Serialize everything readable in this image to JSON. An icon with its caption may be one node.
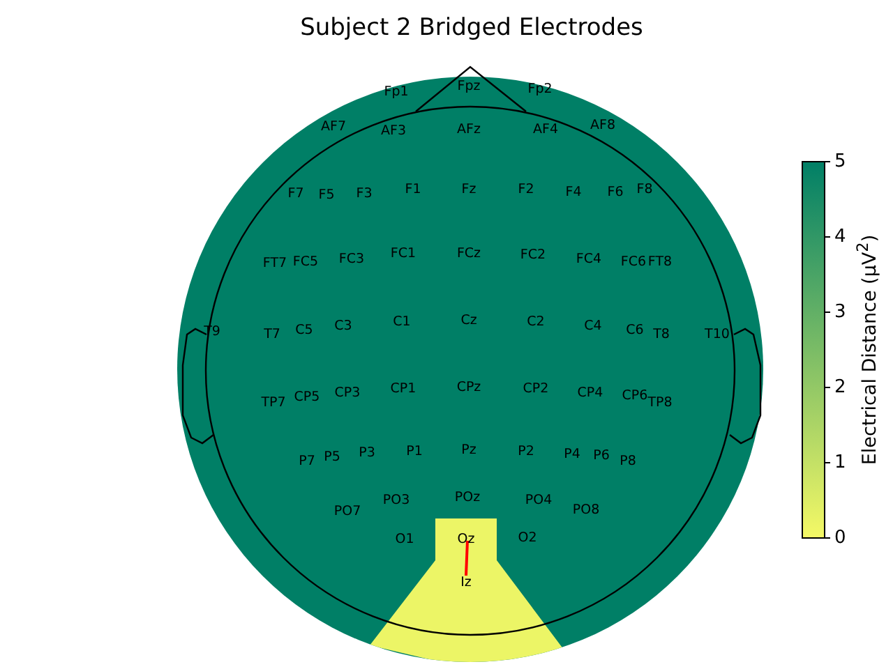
{
  "diagram": {
    "title": "Subject 2 Bridged Electrodes",
    "nodes": [
      {
        "text": [
          "Oz"
        ]
      },
      {
        "text": [
          "Iz"
        ]
      }
    ],
    "edges": [
      {
        "from": 0,
        "to": 1,
        "arrow": "none",
        "color": "#ff0000"
      }
    ],
    "labels": [
      "Fp1",
      "Fpz",
      "Fp2",
      "AF7",
      "AF3",
      "AFz",
      "AF4",
      "AF8",
      "F7",
      "F5",
      "F3",
      "F1",
      "Fz",
      "F2",
      "F4",
      "F6",
      "F8",
      "FT7",
      "FC5",
      "FC3",
      "FC1",
      "FCz",
      "FC2",
      "FC4",
      "FC6",
      "FT8",
      "T9",
      "T7",
      "C5",
      "C3",
      "C1",
      "Cz",
      "C2",
      "C4",
      "C6",
      "T8",
      "T10",
      "TP7",
      "CP5",
      "CP3",
      "CP1",
      "CPz",
      "CP2",
      "CP4",
      "CP6",
      "TP8",
      "P7",
      "P5",
      "P3",
      "P1",
      "Pz",
      "P2",
      "P4",
      "P6",
      "P8",
      "PO7",
      "PO3",
      "POz",
      "PO4",
      "PO8",
      "O1",
      "O2",
      "5",
      "4",
      "3",
      "2",
      "1",
      "0",
      "Electrical Distance (μV$^{2}$)"
    ]
  }
}
